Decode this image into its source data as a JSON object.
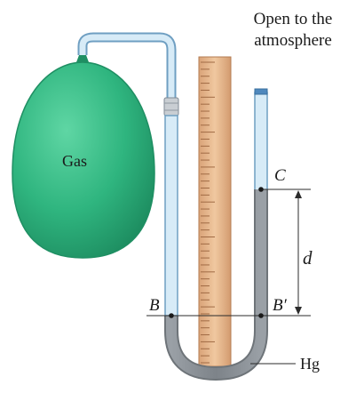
{
  "labels": {
    "open_to_atmosphere_line1": "Open to the",
    "open_to_atmosphere_line2": "atmosphere",
    "gas": "Gas",
    "point_b": "B",
    "point_b_prime": "B′",
    "point_c": "C",
    "height": "d",
    "mercury": "Hg"
  },
  "colors": {
    "balloon": "#2fb57f",
    "balloon_dark": "#1f8f63",
    "tube_glass": "#cfe6f4",
    "tube_outline": "#6f9fc2",
    "mercury": "#8a8f95",
    "ruler": "#e9b98d",
    "ruler_ticks": "#a06a44"
  },
  "ruler": {
    "tick_count": 44
  }
}
